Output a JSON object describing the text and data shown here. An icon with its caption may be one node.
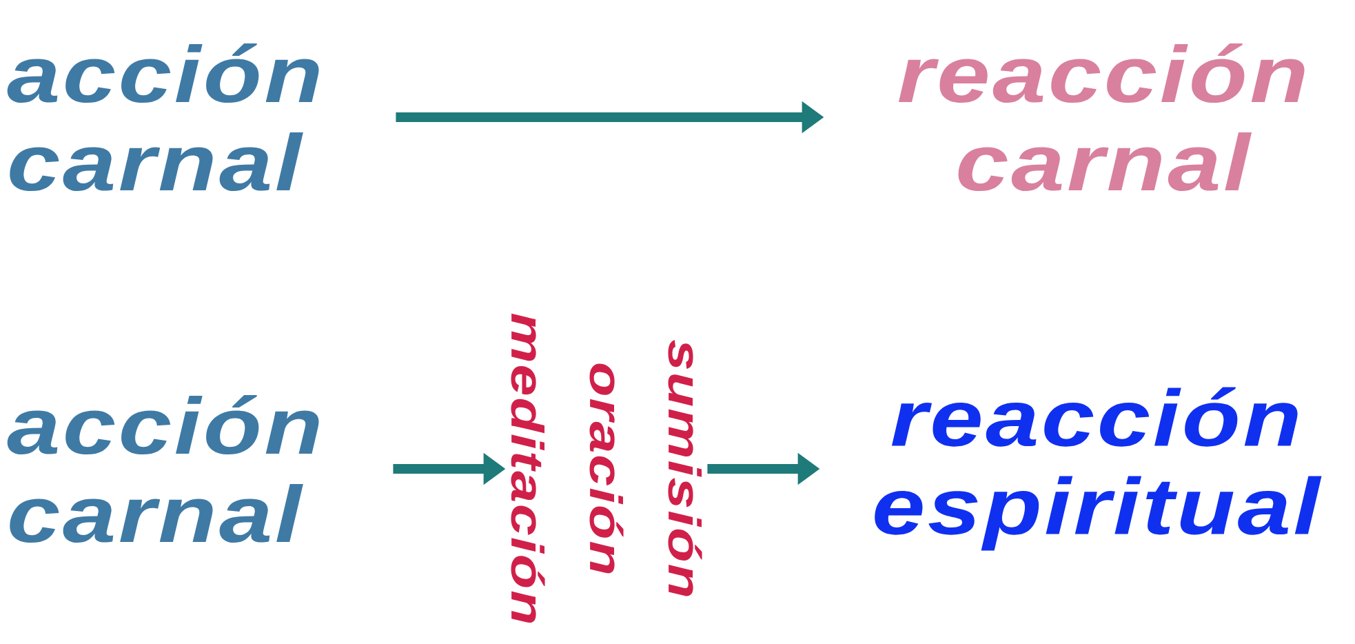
{
  "diagram": {
    "nodes": [
      {
        "text": [
          "acción carnal"
        ]
      },
      {
        "text": [
          "reacción carnal"
        ]
      },
      {
        "text": [
          "acción carnal"
        ]
      },
      {
        "text": [
          "meditación",
          "oración",
          "sumisión"
        ]
      },
      {
        "text": [
          "reacción espiritual"
        ]
      }
    ],
    "edges": [
      {
        "from": 0,
        "to": 1,
        "arrow": "to"
      },
      {
        "from": 2,
        "to": 3,
        "arrow": "to"
      },
      {
        "from": 3,
        "to": 4,
        "arrow": "to"
      }
    ]
  }
}
